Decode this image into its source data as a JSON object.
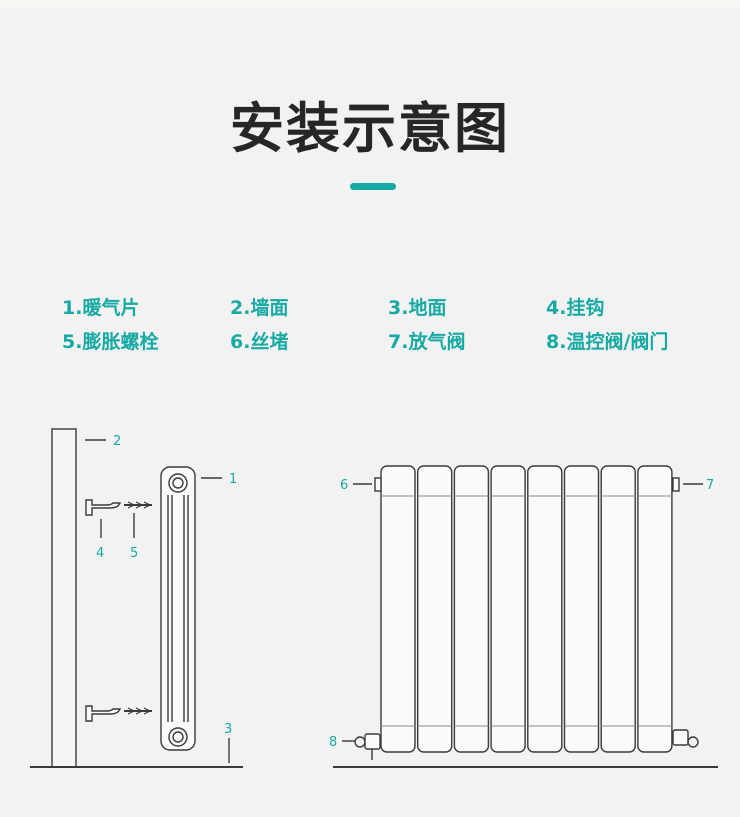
{
  "title": "安装示意图",
  "accent_color": "#17a9a4",
  "legend": [
    "1.暖气片",
    "2.墙面",
    "3.地面",
    "4.挂钩",
    "5.膨胀螺栓",
    "6.丝堵",
    "7.放气阀",
    "8.温控阀/阀门"
  ],
  "side_view": {
    "callouts": [
      "2",
      "1",
      "4",
      "5",
      "3"
    ]
  },
  "front_view": {
    "callouts": [
      "6",
      "7",
      "8"
    ],
    "column_count": 8
  }
}
